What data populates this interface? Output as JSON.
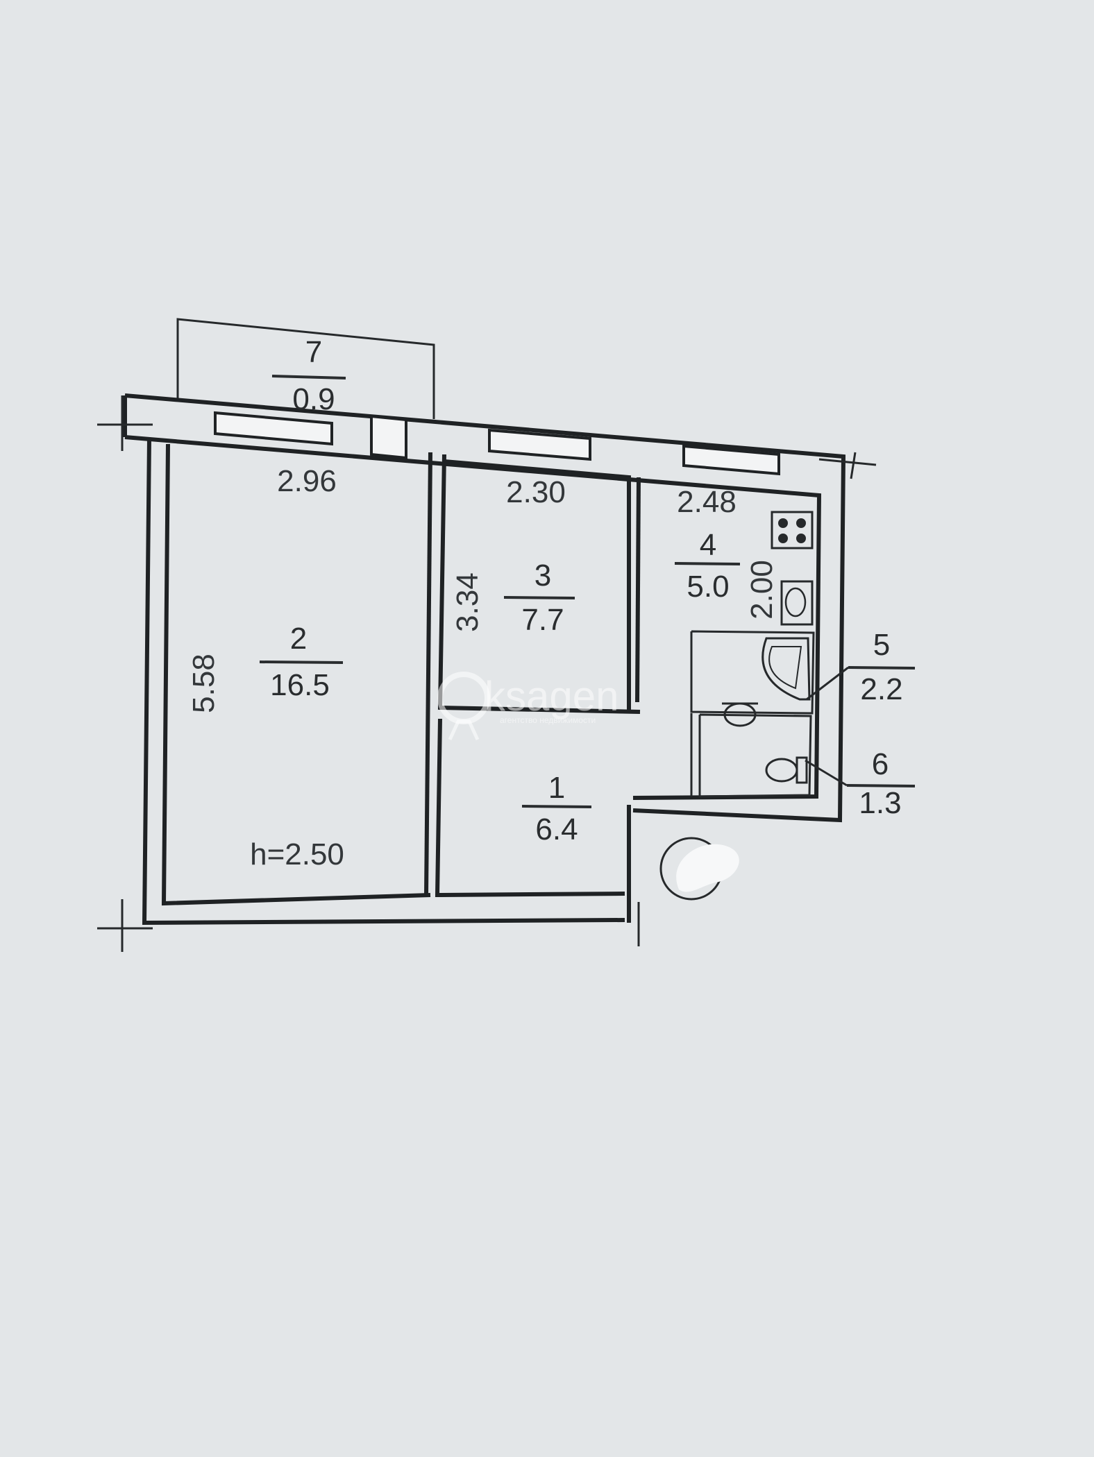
{
  "plan": {
    "rooms": [
      {
        "id": "room-1",
        "number": "1",
        "area": "6.4"
      },
      {
        "id": "room-2",
        "number": "2",
        "area": "16.5"
      },
      {
        "id": "room-3",
        "number": "3",
        "area": "7.7"
      },
      {
        "id": "room-4",
        "number": "4",
        "area": "5.0"
      },
      {
        "id": "room-5",
        "number": "5",
        "area": "2.2"
      },
      {
        "id": "room-6",
        "number": "6",
        "area": "1.3"
      },
      {
        "id": "room-7",
        "number": "7",
        "area": "0.9"
      }
    ],
    "dimensions": {
      "room2_width": "2.96",
      "room2_length": "5.58",
      "room3_width": "2.30",
      "room3_length": "3.34",
      "room4_width": "2.48",
      "room4_length": "2.00"
    },
    "ceiling_height": "h=2.50"
  },
  "watermark": {
    "brand": "ksagen",
    "tagline": "агентство недвижимости"
  },
  "colors": {
    "paper": "#e3e6e8",
    "ink": "#1f2224"
  },
  "icons": [
    "stove-icon",
    "sink-icon",
    "bathtub-icon",
    "washbasin-icon",
    "toilet-icon",
    "house-logo-icon",
    "stamp-icon"
  ]
}
